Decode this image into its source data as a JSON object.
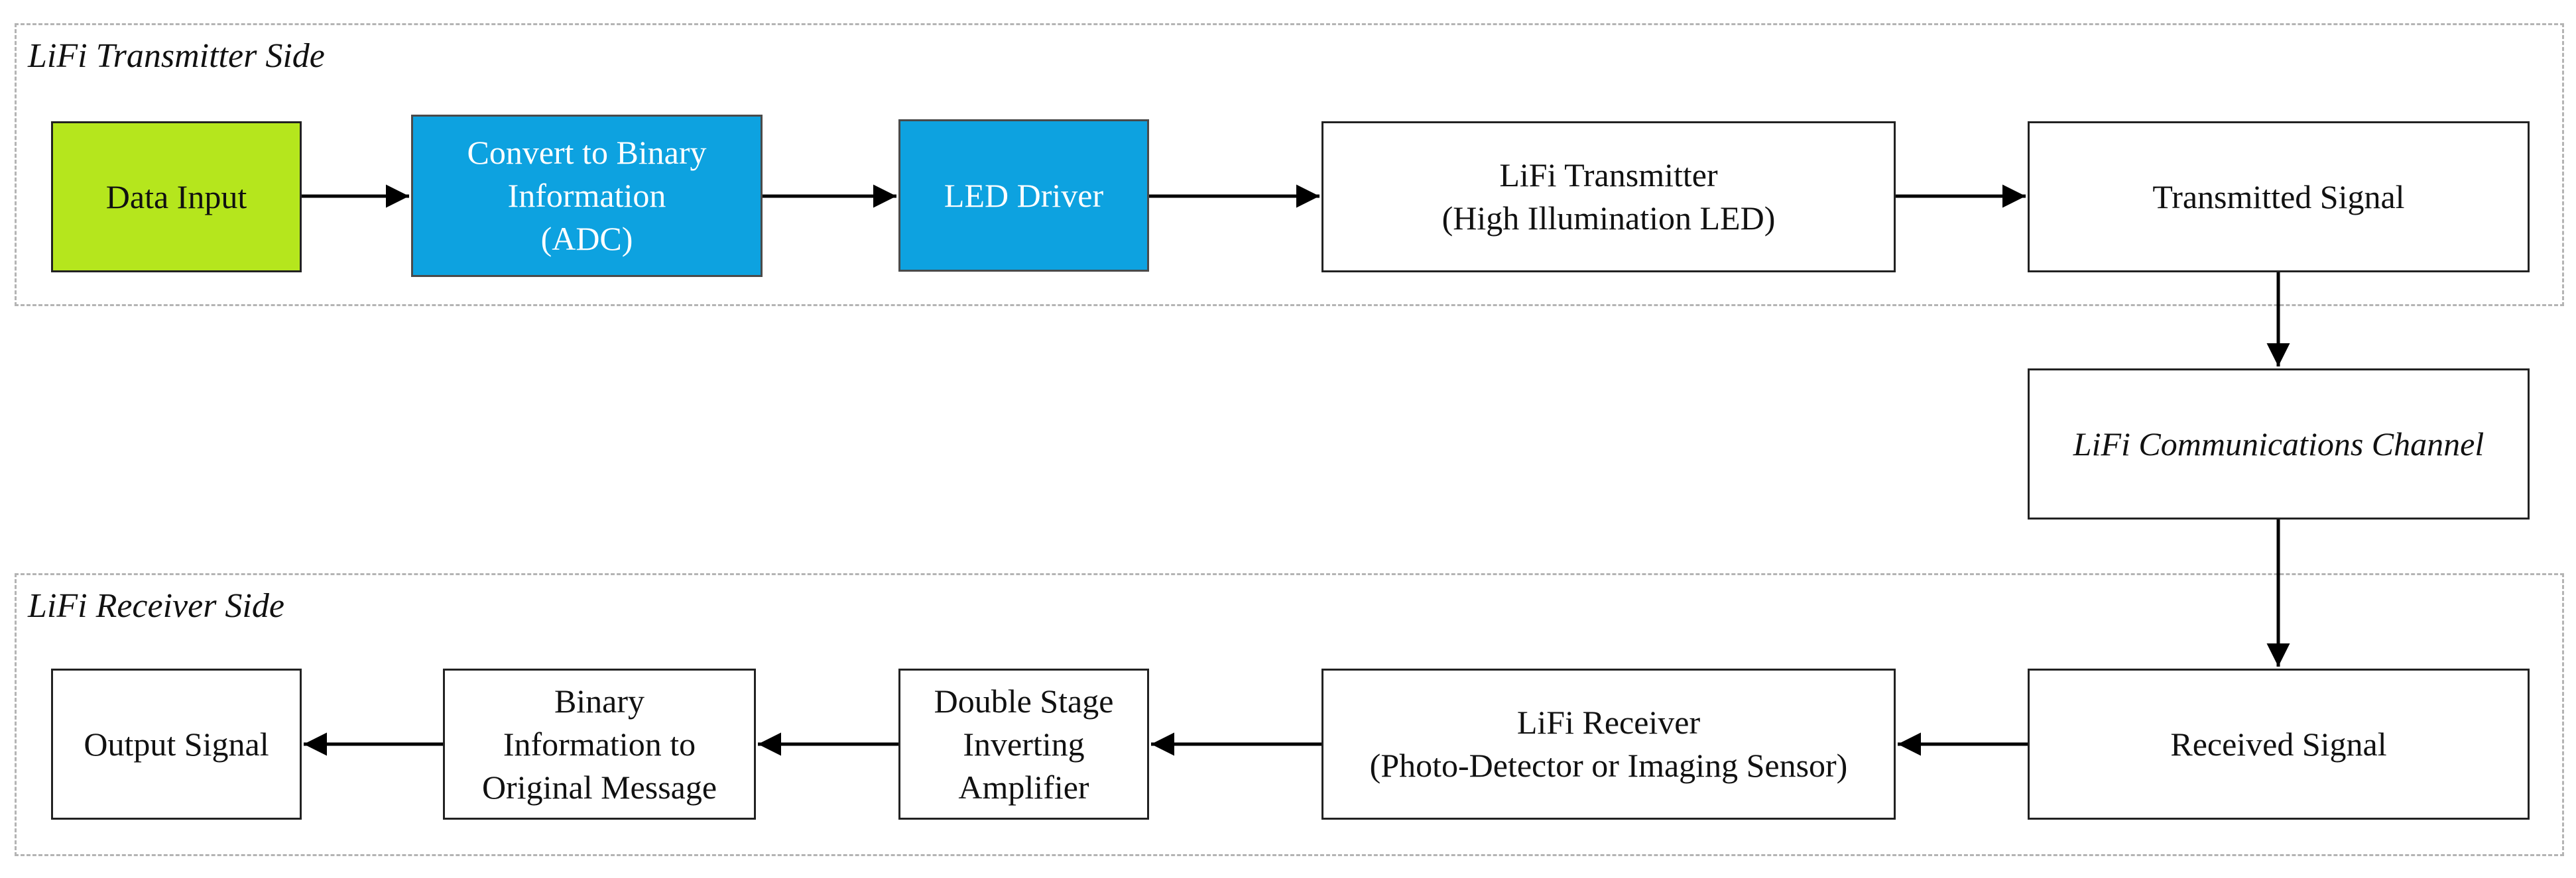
{
  "regions": {
    "transmitter": {
      "label": "LiFi Transmitter Side"
    },
    "receiver": {
      "label": "LiFi Receiver Side"
    }
  },
  "nodes": {
    "data_input": "Data Input",
    "convert_binary": "Convert to Binary\nInformation\n(ADC)",
    "led_driver": "LED Driver",
    "lifi_transmitter": "LiFi Transmitter\n(High Illumination LED)",
    "transmitted_signal": "Transmitted Signal",
    "channel": "LiFi Communications Channel",
    "received_signal": "Received Signal",
    "lifi_receiver": "LiFi Receiver\n(Photo-Detector or Imaging Sensor)",
    "amplifier": "Double Stage\nInverting\nAmplifier",
    "binary_to_message": "Binary\nInformation to\nOriginal Message",
    "output_signal": "Output Signal"
  },
  "colors": {
    "input_fill": "#b5e61d",
    "process_fill": "#0da2e0",
    "process_text": "#ffffff",
    "line": "#000000",
    "region_border": "#b4b4b4"
  }
}
